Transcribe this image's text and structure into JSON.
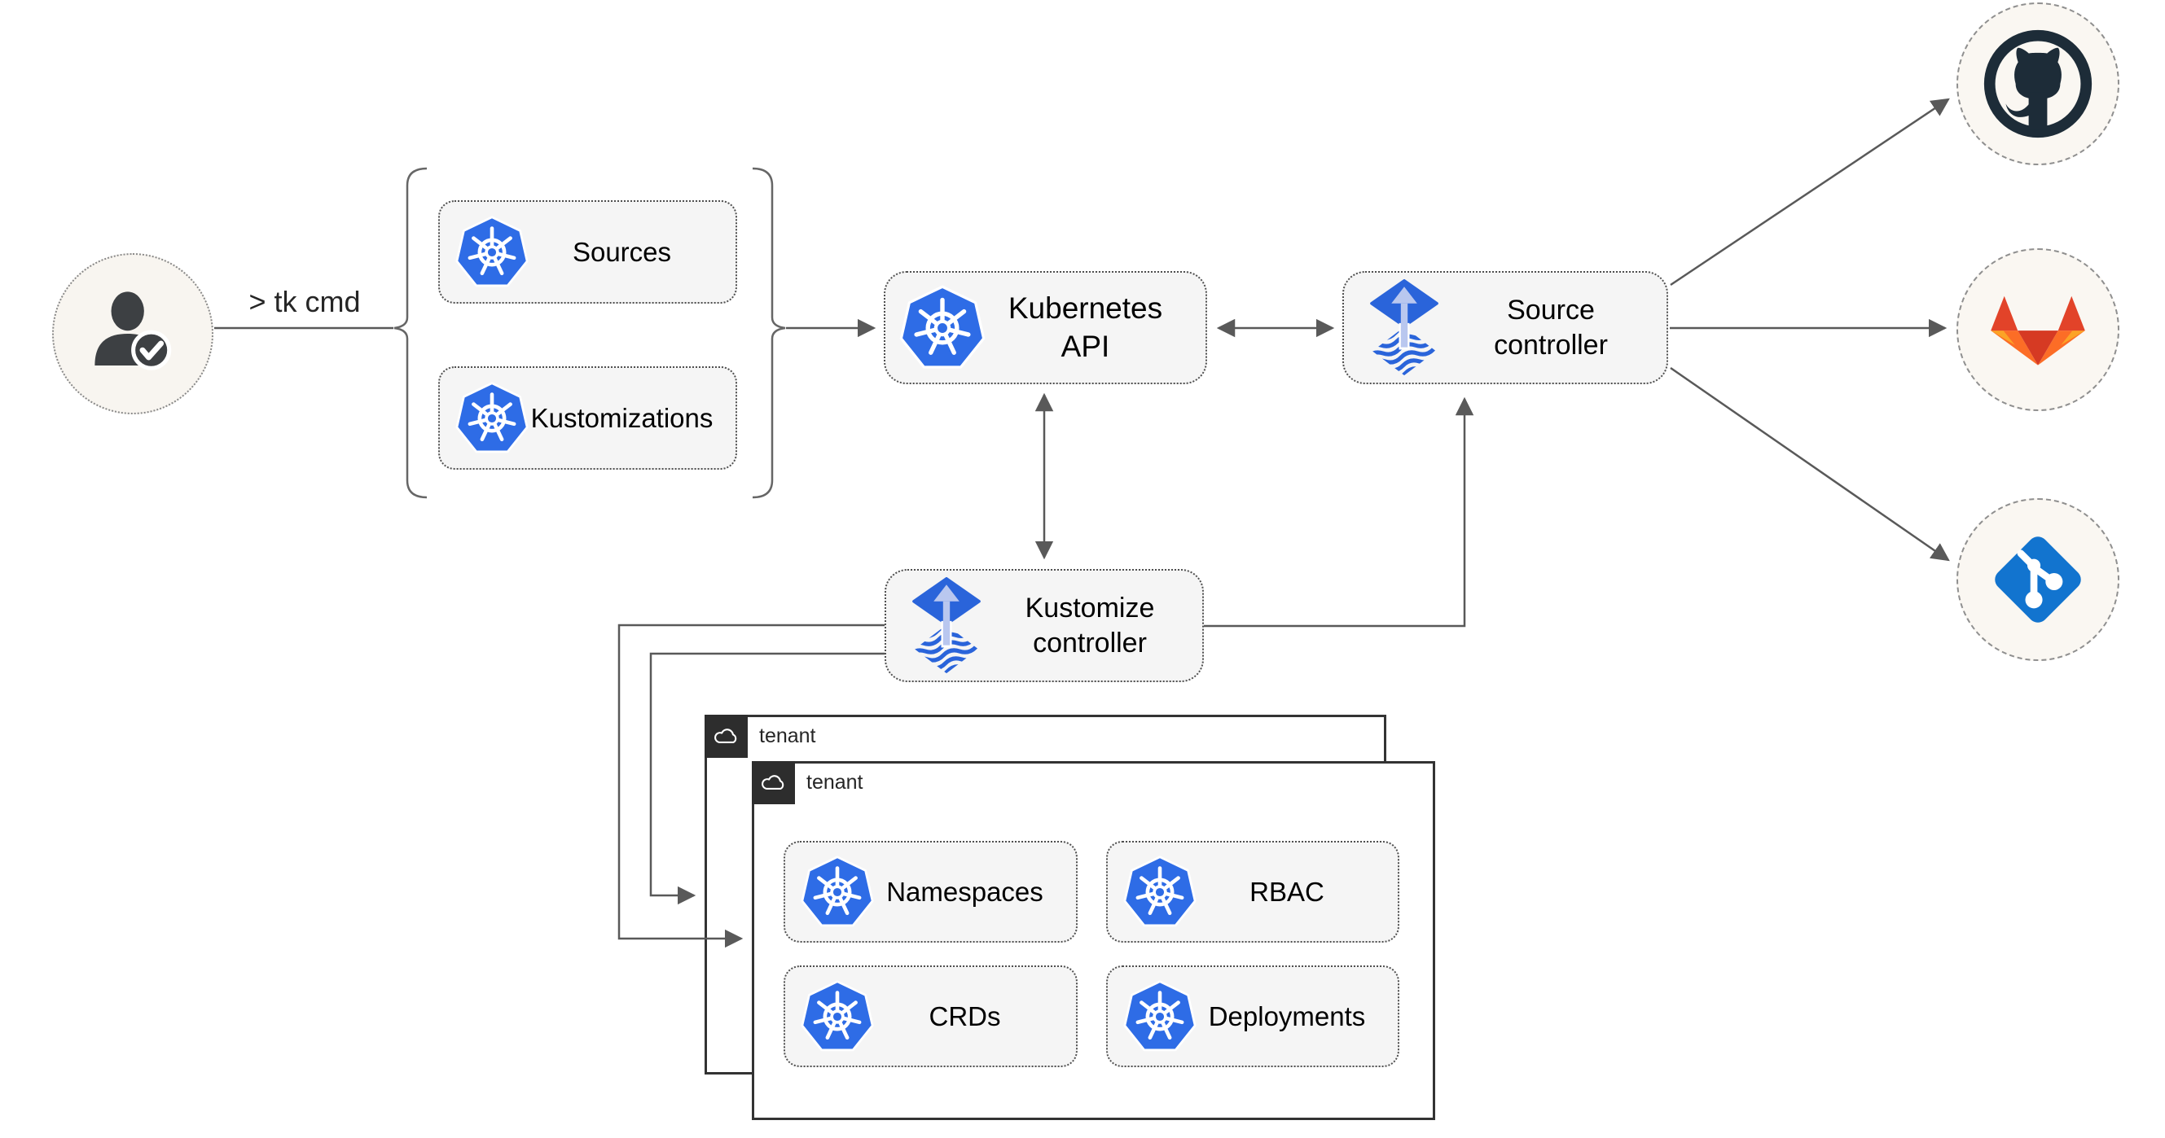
{
  "diagram": {
    "user": {
      "icon": "user-check-icon",
      "command_label": "> tk cmd"
    },
    "cli_group": {
      "sources": {
        "label": "Sources",
        "icon": "kubernetes-icon"
      },
      "kustomizations": {
        "label": "Kustomizations",
        "icon": "kubernetes-icon"
      }
    },
    "nodes": {
      "kubernetes_api": {
        "label": "Kubernetes API",
        "icon": "kubernetes-icon"
      },
      "source_controller": {
        "label": "Source controller",
        "icon": "flux-icon"
      },
      "kustomize_controller": {
        "label": "Kustomize controller",
        "icon": "flux-icon"
      }
    },
    "tenants": {
      "back": {
        "label": "tenant",
        "icon": "cloud-icon"
      },
      "front": {
        "label": "tenant",
        "icon": "cloud-icon",
        "resources": {
          "namespaces": {
            "label": "Namespaces",
            "icon": "kubernetes-icon"
          },
          "rbac": {
            "label": "RBAC",
            "icon": "kubernetes-icon"
          },
          "crds": {
            "label": "CRDs",
            "icon": "kubernetes-icon"
          },
          "deployments": {
            "label": "Deployments",
            "icon": "kubernetes-icon"
          }
        }
      }
    },
    "remotes": [
      {
        "icon": "github-icon"
      },
      {
        "icon": "gitlab-icon"
      },
      {
        "icon": "git-icon"
      }
    ],
    "colors": {
      "kubernetes_blue": "#2e6ce6",
      "flux_blue": "#2a64da",
      "flux_arrow_light": "#b9c7ef",
      "git_blue": "#1274cf",
      "github_dark": "#1d2c38",
      "gitlab_red": "#e24329",
      "gitlab_orange": "#fc6d26",
      "gitlab_amber": "#fca326",
      "node_fill": "#f5f5f5",
      "connector_gray": "#595959",
      "tenant_border": "#333333",
      "endpoint_circle_fill": "#faf7f2"
    }
  }
}
